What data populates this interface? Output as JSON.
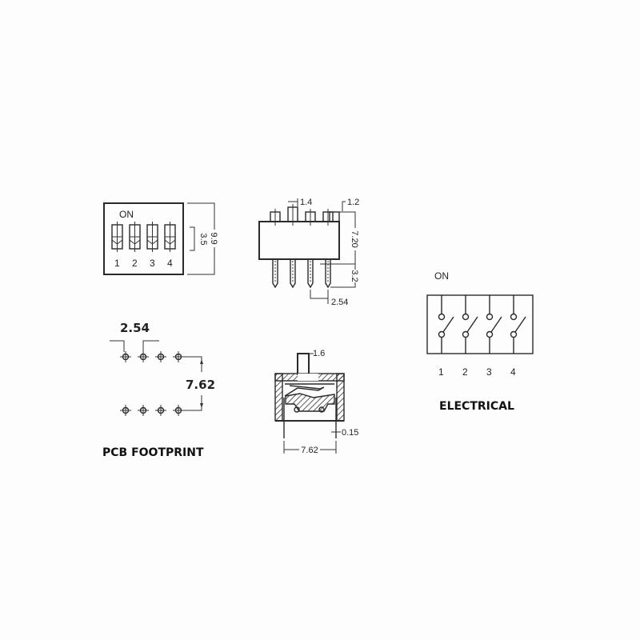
{
  "top_view": {
    "on_label": "ON",
    "switch_numbers": [
      "1",
      "2",
      "3",
      "4"
    ],
    "dim_actuator_travel": "3.5",
    "dim_body_width": "9.9"
  },
  "side_view": {
    "dim_actuator_width": "1.4",
    "dim_actuator_height": "1.2",
    "dim_body_height": "7.20",
    "dim_pin_length": "3.2",
    "dim_pin_pitch": "2.54"
  },
  "pcb_footprint": {
    "dim_pitch": "2.54",
    "dim_row_spacing": "7.62",
    "caption": "PCB FOOTPRINT"
  },
  "cross_section": {
    "dim_actuator": "1.6",
    "dim_pin_offset": "0.15",
    "dim_row_spacing": "7.62"
  },
  "electrical": {
    "on_label": "ON",
    "switch_numbers": [
      "1",
      "2",
      "3",
      "4"
    ],
    "caption": "ELECTRICAL"
  }
}
